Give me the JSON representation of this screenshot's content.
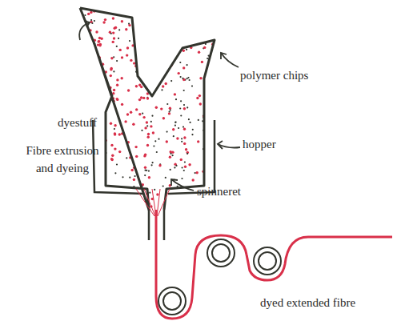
{
  "diagram": {
    "labels": [
      "dyestuff",
      "polymer chips",
      "Fibre extrusion and dyeing",
      "hopper",
      "spinneret",
      "dyed extended fibre"
    ]
  }
}
